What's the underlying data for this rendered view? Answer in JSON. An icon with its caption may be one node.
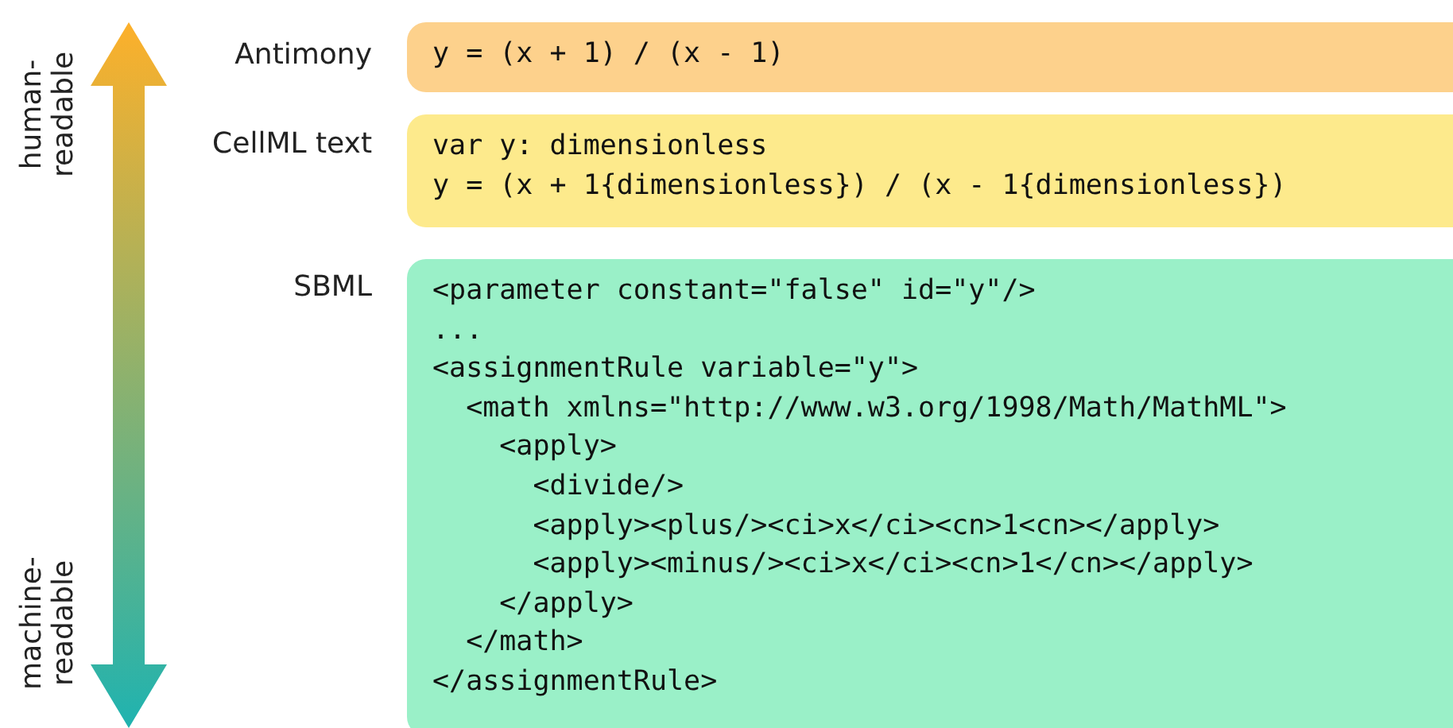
{
  "diagram": {
    "nodes": [
      {
        "text": [
          "Antimony",
          "y = (x + 1) / (x - 1)"
        ]
      },
      {
        "text": [
          "CellML text",
          "var y: dimensionless",
          "y = (x + 1{dimensionless}) / (x - 1{dimensionless})"
        ]
      },
      {
        "text": [
          "SBML",
          "<parameter constant=\"false\" id=\"y\"/>",
          "...",
          "<assignmentRule variable=\"y\">",
          "  <math xmlns=\"http://www.w3.org/1998/Math/MathML\">",
          "    <apply>",
          "      <divide/>",
          "      <apply><plus/><ci>x</ci><cn>1<cn></apply>",
          "      <apply><minus/><ci>x</ci><cn>1</cn></apply>",
          "    </apply>",
          "  </math>",
          "</assignmentRule>"
        ]
      }
    ],
    "edges": [],
    "labels": [
      "human-readable",
      "machine-readable"
    ]
  }
}
